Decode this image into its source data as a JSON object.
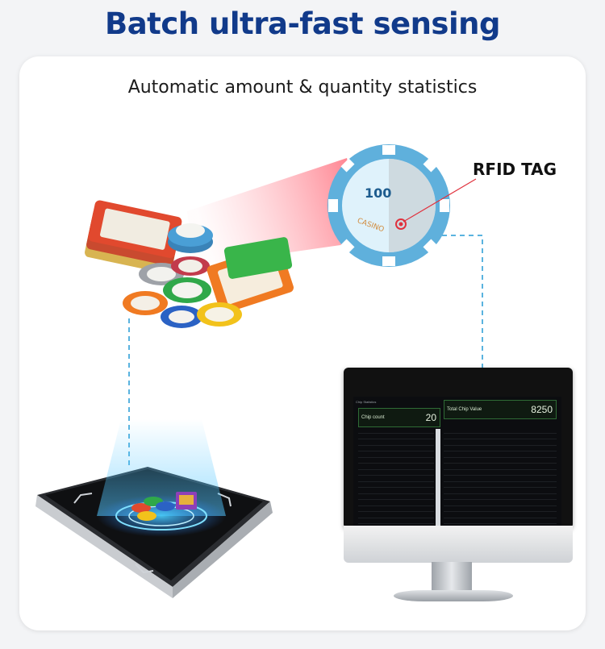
{
  "header": {
    "title": "Batch ultra-fast sensing",
    "subtitle": "Automatic amount & quantity statistics"
  },
  "callout": {
    "rfid_label": "RFID TAG"
  },
  "monitor": {
    "screen_title": "Chip Statistics",
    "chip_count_label": "Chip count",
    "chip_count_value": "20",
    "total_value_label": "Total Chip Value",
    "total_value": "8250"
  },
  "colors": {
    "headline": "#113a8a",
    "chip_blue": "#5fb0dc",
    "dashed_line": "#5ab3df",
    "monitor_panel_border": "#2f6b35",
    "beam_red": "#ff4d5e"
  },
  "icons": {
    "tag_marker": "rfid-chip-dot-icon"
  }
}
